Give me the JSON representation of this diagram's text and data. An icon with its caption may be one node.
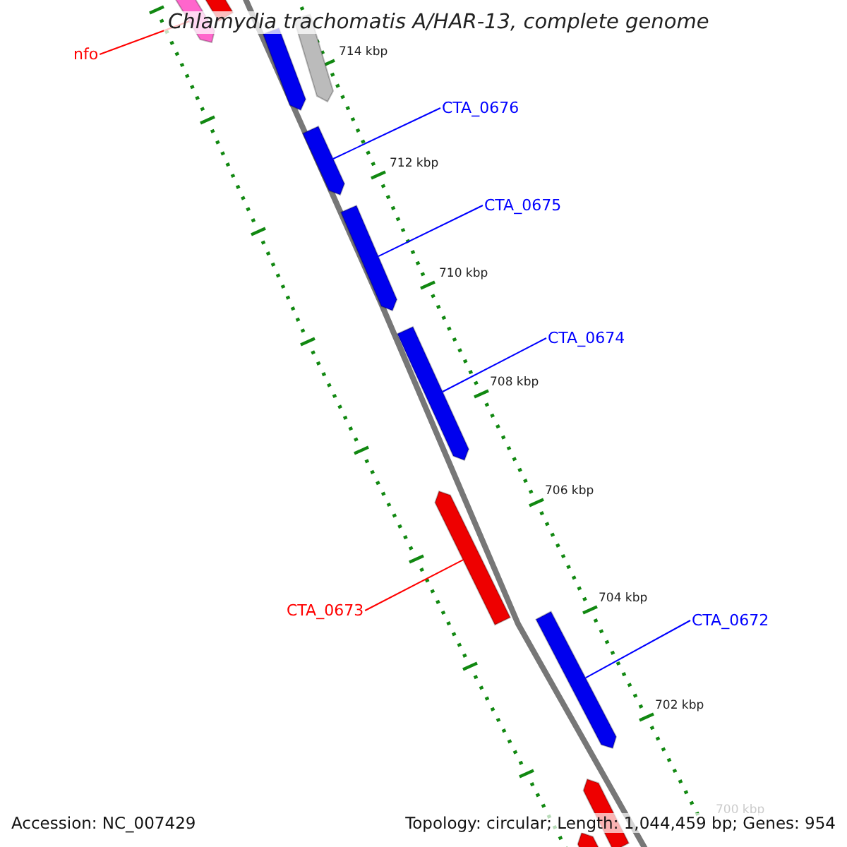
{
  "diagram": {
    "title": "Chlamydia trachomatis A/HAR-13, complete genome",
    "nodes": [
      {
        "text": [
          "nfo"
        ]
      },
      {
        "text": [
          "CTA_0676"
        ]
      },
      {
        "text": [
          "CTA_0675"
        ]
      },
      {
        "text": [
          "CTA_0674"
        ]
      },
      {
        "text": [
          "CTA_0673"
        ]
      },
      {
        "text": [
          "CTA_0672"
        ]
      },
      {
        "text": [],
        "shape": "arrow"
      },
      {
        "text": [],
        "shape": "arrow"
      },
      {
        "text": [],
        "shape": "arrow"
      },
      {
        "text": [],
        "shape": "arrow"
      },
      {
        "text": [],
        "shape": "arrow"
      },
      {
        "text": [],
        "shape": "arrow"
      }
    ],
    "edges": [
      {
        "from": 0,
        "to": 6,
        "arrow": "none",
        "color": "#ff0000"
      },
      {
        "from": 1,
        "to": 7,
        "arrow": "none"
      },
      {
        "from": 2,
        "to": 8,
        "arrow": "none"
      },
      {
        "from": 3,
        "to": 9,
        "arrow": "none"
      },
      {
        "from": 4,
        "to": 10,
        "arrow": "none",
        "color": "#ff0000"
      },
      {
        "from": 5,
        "to": 11,
        "arrow": "none"
      }
    ],
    "labels": [
      "714 kbp",
      "712 kbp",
      "710 kbp",
      "708 kbp",
      "706 kbp",
      "704 kbp",
      "702 kbp",
      "700 kbp",
      "Accession: NC_007429",
      "Topology: circular; Length: 1,044,459 bp; Genes: 954"
    ]
  }
}
